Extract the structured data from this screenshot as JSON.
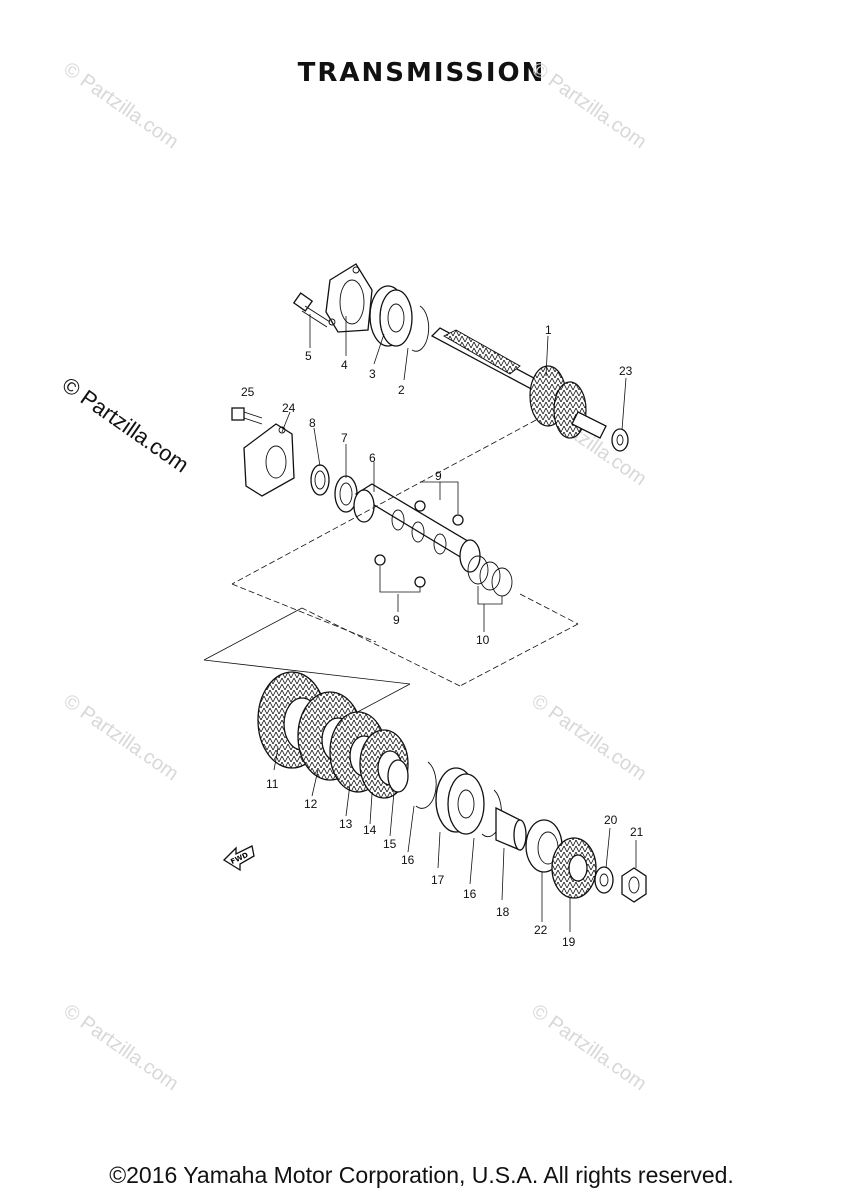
{
  "title": "TRANSMISSION",
  "footer": "©2016 Yamaha Motor Corporation, U.S.A. All rights reserved.",
  "watermark": "© Partzilla.com",
  "fwd_label": "FWD",
  "callouts": [
    "1",
    "2",
    "3",
    "4",
    "5",
    "6",
    "7",
    "8",
    "9",
    "9",
    "10",
    "11",
    "12",
    "13",
    "14",
    "15",
    "16",
    "16",
    "17",
    "18",
    "19",
    "20",
    "21",
    "22",
    "23",
    "24",
    "25"
  ],
  "colors": {
    "ink": "#111111",
    "watermark": "#d8d8d8",
    "background": "#ffffff"
  }
}
